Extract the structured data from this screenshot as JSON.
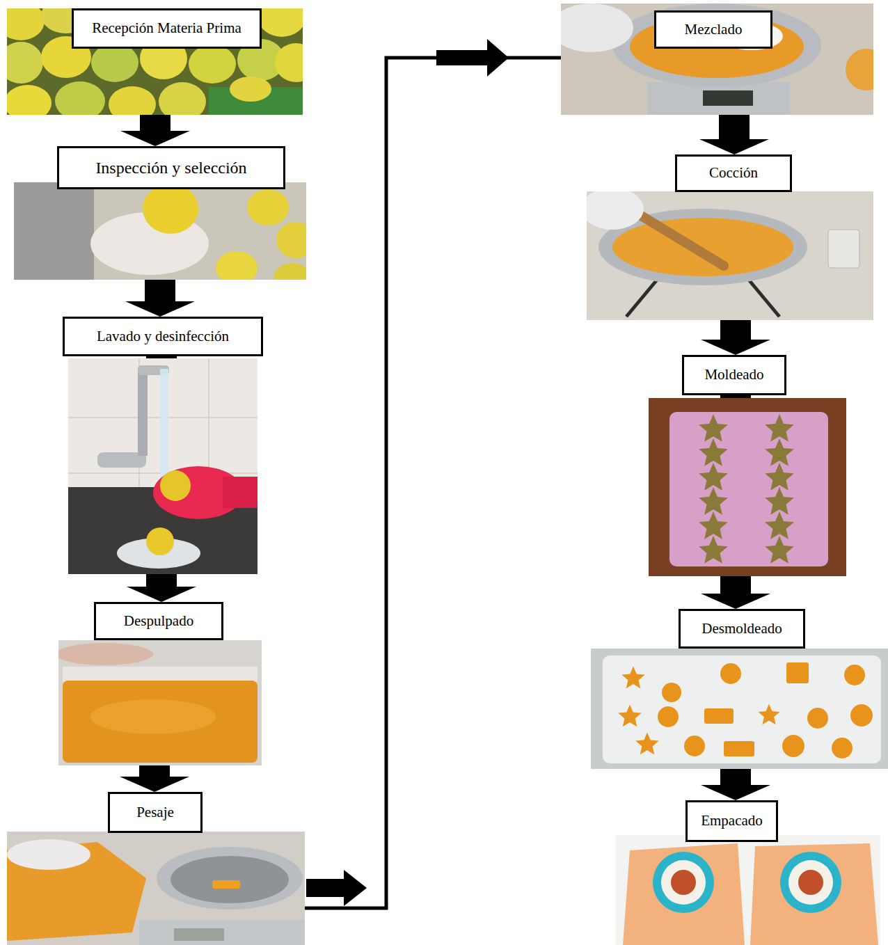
{
  "diagram": {
    "nodes": [
      {
        "text": [
          "Recepción Materia Prima"
        ]
      },
      {
        "text": [
          "Inspección y selección"
        ]
      },
      {
        "text": [
          "Lavado y desinfección"
        ]
      },
      {
        "text": [
          "Despulpado"
        ]
      },
      {
        "text": [
          "Pesaje"
        ]
      },
      {
        "text": [
          "Mezclado"
        ]
      },
      {
        "text": [
          "Cocción"
        ]
      },
      {
        "text": [
          "Moldeado"
        ]
      },
      {
        "text": [
          "Desmoldeado"
        ]
      },
      {
        "text": [
          "Empacado"
        ]
      }
    ],
    "edges": [
      {
        "from": 0,
        "to": 1,
        "arrow": "to"
      },
      {
        "from": 1,
        "to": 2,
        "arrow": "to"
      },
      {
        "from": 2,
        "to": 3,
        "arrow": "to"
      },
      {
        "from": 3,
        "to": 4,
        "arrow": "to"
      },
      {
        "from": 4,
        "to": 5,
        "arrow": "to"
      },
      {
        "from": 5,
        "to": 6,
        "arrow": "to"
      },
      {
        "from": 6,
        "to": 7,
        "arrow": "to"
      },
      {
        "from": 7,
        "to": 8,
        "arrow": "to"
      },
      {
        "from": 8,
        "to": 9,
        "arrow": "to"
      }
    ]
  }
}
